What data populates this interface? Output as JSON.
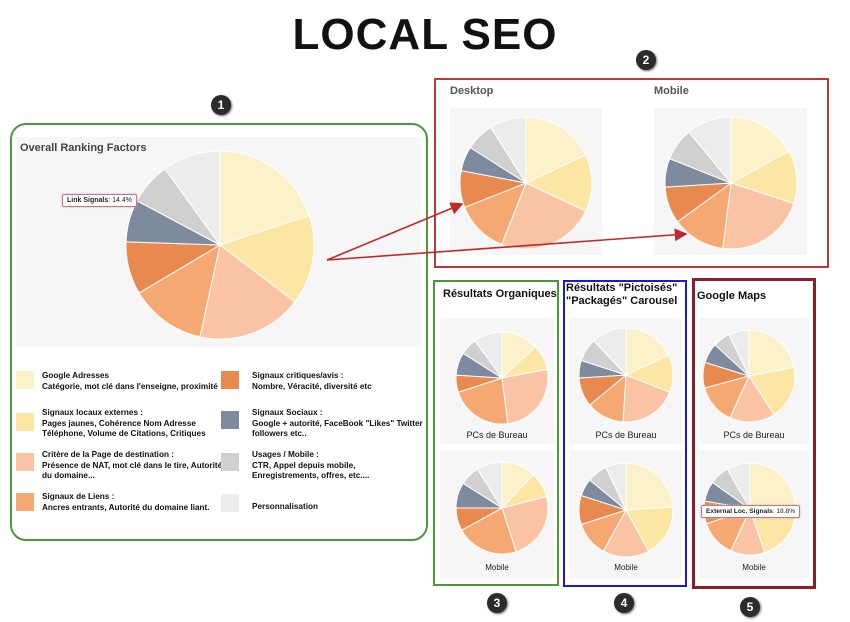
{
  "title": "LOCAL SEO",
  "badges": [
    "1",
    "2",
    "3",
    "4",
    "5"
  ],
  "overall": {
    "heading": "Overall Ranking Factors",
    "tooltip_label": "Link Signals",
    "tooltip_value": ": 14.4%"
  },
  "legend": [
    {
      "title": "Google Adresses",
      "desc": "Catégorie, mot clé dans l'enseigne, proximité",
      "color": "#fdf1c9"
    },
    {
      "title": "Signaux locaux externes :",
      "desc": "Pages jaunes, Cohérence Nom Adresse Téléphone, Volume de Citations, Critiques",
      "color": "#fce6a4"
    },
    {
      "title": "Critère de la Page de destination :",
      "desc": "Présence de NAT, mot clé dans le tire, Autorité du domaine...",
      "color": "#f9c3a4"
    },
    {
      "title": "Signaux de Liens :",
      "desc": "Ancres entrants, Autorité du domaine liant.",
      "color": "#f6a872"
    },
    {
      "title": "Signaux critiques/avis :",
      "desc": "Nombre, Véracité, diversité etc",
      "color": "#e8894f"
    },
    {
      "title": "Signaux Sociaux :",
      "desc": "Google + autorité, FaceBook \"Likes\" Twitter followers etc..",
      "color": "#7e8a9e"
    },
    {
      "title": "Usages / Mobile :",
      "desc": "CTR, Appel depuis mobile, Enregistrements, offres, etc....",
      "color": "#d0d0d0"
    },
    {
      "title": "Personnalisation",
      "desc": "",
      "color": "#ececec"
    }
  ],
  "section2": {
    "desktop": "Desktop",
    "mobile": "Mobile"
  },
  "section3": {
    "heading": "Résultats Organiques",
    "caption_top": "PCs de Bureau",
    "caption_bottom": "Mobile"
  },
  "section4": {
    "heading_line1": "Résultats \"Pictoisés\"",
    "heading_line2": "\"Packagés\"  Carousel",
    "caption_top": "PCs de Bureau",
    "caption_bottom": "Mobile"
  },
  "section5": {
    "heading": "Google Maps",
    "caption_top": "PCs de Bureau",
    "caption_bottom": "Mobile",
    "tooltip_label": "External Loc. Signals",
    "tooltip_value": ": 18.8%"
  },
  "colors": {
    "green_frame": "#4a9a3a",
    "red_frame": "#b83a3a",
    "blue_frame": "#1a1ad0",
    "maroon_frame": "#8a1f2a",
    "arrow": "#c0282c"
  },
  "chart_data": [
    {
      "type": "pie",
      "name": "overall",
      "values": [
        22,
        17,
        20,
        14.4,
        10,
        8,
        8,
        11
      ]
    },
    {
      "type": "pie",
      "name": "desktop",
      "values": [
        18,
        14,
        24,
        13,
        9,
        6,
        7,
        9
      ]
    },
    {
      "type": "pie",
      "name": "mobile",
      "values": [
        17,
        13,
        22,
        13,
        9,
        7,
        8,
        11
      ]
    },
    {
      "type": "pie",
      "name": "organic-desktop",
      "values": [
        13,
        9,
        26,
        22,
        6,
        8,
        6,
        10
      ]
    },
    {
      "type": "pie",
      "name": "organic-mobile",
      "values": [
        12,
        9,
        24,
        22,
        8,
        9,
        7,
        9
      ]
    },
    {
      "type": "pie",
      "name": "pack-desktop",
      "values": [
        18,
        13,
        20,
        13,
        10,
        6,
        8,
        12
      ]
    },
    {
      "type": "pie",
      "name": "pack-mobile",
      "values": [
        24,
        18,
        16,
        12,
        10,
        6,
        7,
        7
      ]
    },
    {
      "type": "pie",
      "name": "maps-desktop",
      "values": [
        22,
        18.8,
        16,
        14,
        9,
        7,
        6,
        7.2
      ]
    },
    {
      "type": "pie",
      "name": "maps-mobile",
      "values": [
        26,
        18.8,
        12,
        13,
        8,
        7,
        7,
        8.2
      ]
    }
  ]
}
